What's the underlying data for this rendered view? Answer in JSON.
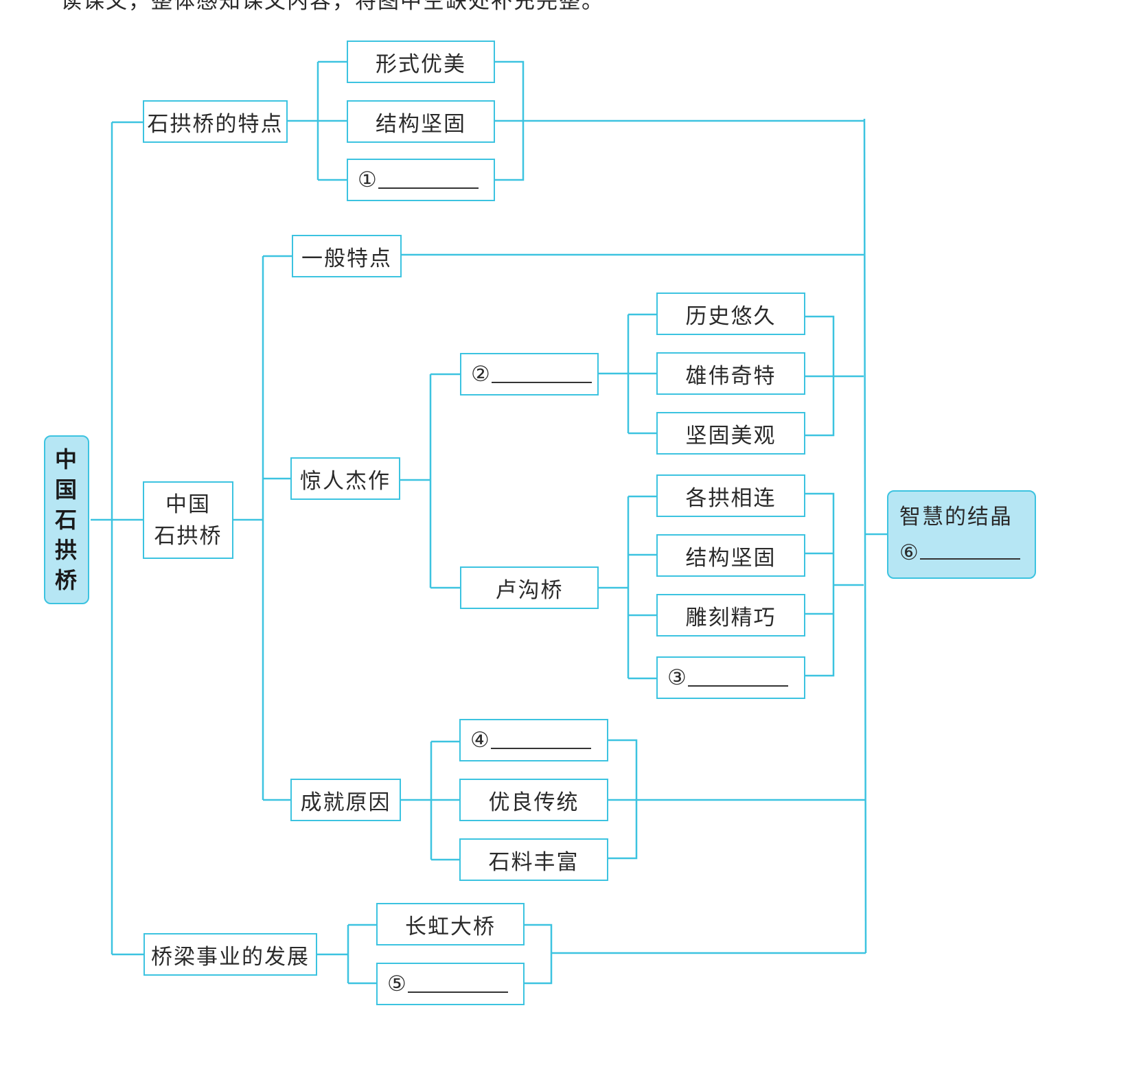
{
  "header_text": "读课文，整体感知课文内容，将图中空缺处补充完整。",
  "root": {
    "chars": [
      "中",
      "国",
      "石",
      "拱",
      "桥"
    ]
  },
  "mid": {
    "line1": "中国",
    "line2": "石拱桥"
  },
  "features": {
    "title": "石拱桥的特点",
    "items": [
      "形式优美",
      "结构坚固"
    ],
    "blank_number": "①"
  },
  "general": {
    "title": "一般特点"
  },
  "masterpieces": {
    "title": "惊人杰作",
    "zhaozhou": {
      "blank_number": "②",
      "items": [
        "历史悠久",
        "雄伟奇特",
        "坚固美观"
      ]
    },
    "lugou": {
      "title": "卢沟桥",
      "items": [
        "各拱相连",
        "结构坚固",
        "雕刻精巧"
      ],
      "blank_number": "③"
    }
  },
  "reasons": {
    "title": "成就原因",
    "blank_number": "④",
    "items": [
      "优良传统",
      "石料丰富"
    ]
  },
  "development": {
    "title": "桥梁事业的发展",
    "items": [
      "长虹大桥"
    ],
    "blank_number": "⑤"
  },
  "goal": {
    "title": "智慧的结晶",
    "blank_number": "⑥"
  },
  "colors": {
    "line": "#3cc3e0",
    "accent_fill": "#b6e6f4"
  }
}
